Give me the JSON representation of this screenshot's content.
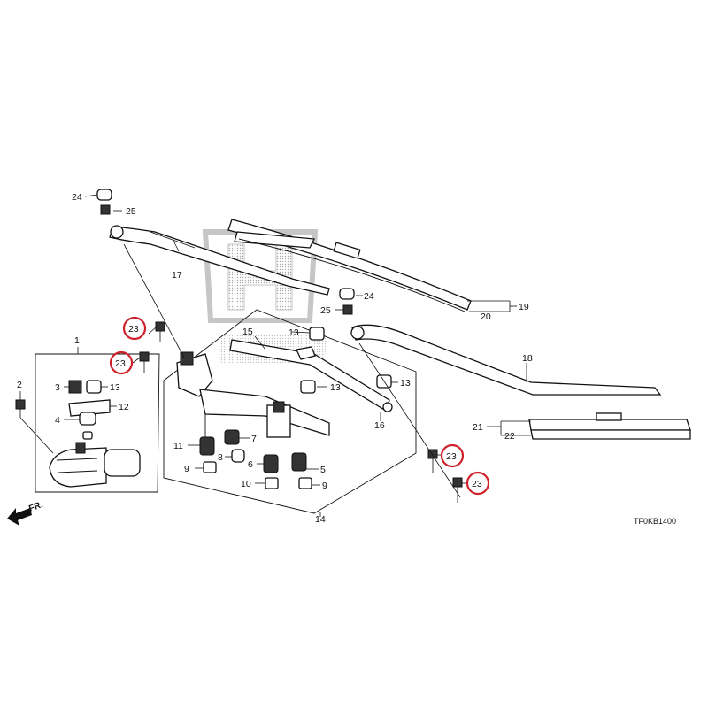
{
  "diagram_code": "TF0KB1400",
  "front_arrow_label": "FR.",
  "callouts": [
    {
      "id": "c1",
      "text": "1"
    },
    {
      "id": "c2",
      "text": "2"
    },
    {
      "id": "c3",
      "text": "3"
    },
    {
      "id": "c4",
      "text": "4"
    },
    {
      "id": "c5",
      "text": "5"
    },
    {
      "id": "c6",
      "text": "6"
    },
    {
      "id": "c7",
      "text": "7"
    },
    {
      "id": "c8",
      "text": "8"
    },
    {
      "id": "c9a",
      "text": "9"
    },
    {
      "id": "c9b",
      "text": "9"
    },
    {
      "id": "c10",
      "text": "10"
    },
    {
      "id": "c11",
      "text": "11"
    },
    {
      "id": "c12",
      "text": "12"
    },
    {
      "id": "c13a",
      "text": "13"
    },
    {
      "id": "c13b",
      "text": "13"
    },
    {
      "id": "c13c",
      "text": "13"
    },
    {
      "id": "c13d",
      "text": "13"
    },
    {
      "id": "c14",
      "text": "14"
    },
    {
      "id": "c15",
      "text": "15"
    },
    {
      "id": "c16",
      "text": "16"
    },
    {
      "id": "c17",
      "text": "17"
    },
    {
      "id": "c18",
      "text": "18"
    },
    {
      "id": "c19",
      "text": "19"
    },
    {
      "id": "c20",
      "text": "20"
    },
    {
      "id": "c21",
      "text": "21"
    },
    {
      "id": "c22",
      "text": "22"
    },
    {
      "id": "c24a",
      "text": "24"
    },
    {
      "id": "c24b",
      "text": "24"
    },
    {
      "id": "c25a",
      "text": "25"
    },
    {
      "id": "c25b",
      "text": "25"
    }
  ],
  "highlighted_callouts": [
    {
      "id": "h1",
      "text": "23"
    },
    {
      "id": "h2",
      "text": "23"
    },
    {
      "id": "h3",
      "text": "23"
    },
    {
      "id": "h4",
      "text": "23"
    }
  ],
  "colors": {
    "highlight": "#d0202a",
    "line": "#111111",
    "watermark": "#bdbdbd"
  }
}
